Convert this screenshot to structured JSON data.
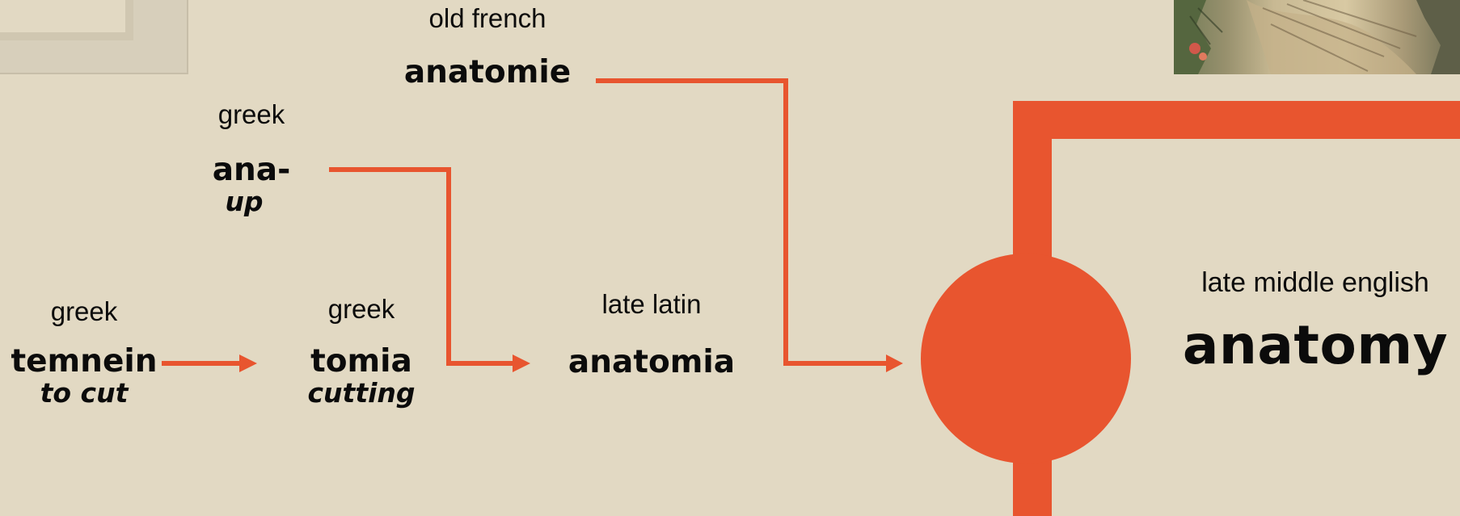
{
  "accent_color": "#e8552f",
  "background_color": "#e2d9c3",
  "diagram": {
    "nodes": {
      "old_french": {
        "language": "old french",
        "word": "anatomie"
      },
      "greek_ana": {
        "language": "greek",
        "word": "ana-",
        "meaning": "up"
      },
      "greek_temnein": {
        "language": "greek",
        "word": "temnein",
        "meaning": "to cut"
      },
      "greek_tomia": {
        "language": "greek",
        "word": "tomia",
        "meaning": "cutting"
      },
      "late_latin": {
        "language": "late latin",
        "word": "anatomia"
      },
      "late_middle_english": {
        "language": "late middle english",
        "word": "anatomy"
      }
    },
    "edges": [
      {
        "from": "greek_temnein",
        "to": "greek_tomia"
      },
      {
        "from": "greek_ana",
        "to": "late_latin"
      },
      {
        "from": "greek_tomia",
        "to": "late_latin"
      },
      {
        "from": "old_french",
        "to": "late_middle_english"
      },
      {
        "from": "late_latin",
        "to": "late_middle_english"
      }
    ]
  },
  "decorations": {
    "top_left_icon": "picture-frame-corner",
    "top_right_icon": "engraved-illustration-fragment"
  }
}
